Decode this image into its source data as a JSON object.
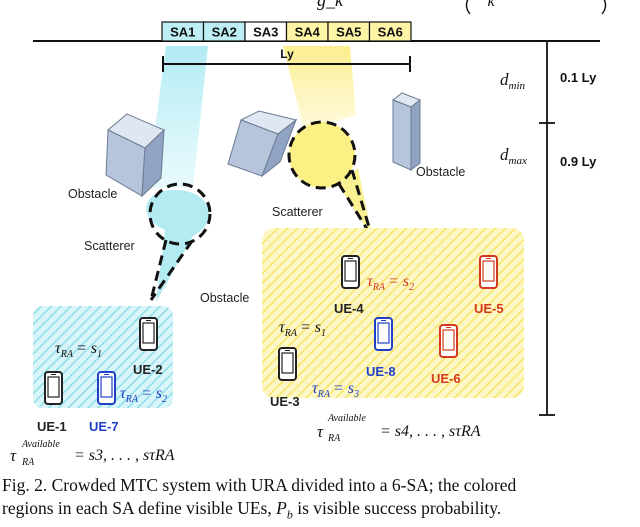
{
  "header_formula_fragment": "g_k",
  "sub_arrays": [
    {
      "label": "SA1",
      "color": "#bdeef3"
    },
    {
      "label": "SA2",
      "color": "#bdeef3"
    },
    {
      "label": "SA3",
      "color": "#ffffff"
    },
    {
      "label": "SA4",
      "color": "#fdf4a6"
    },
    {
      "label": "SA5",
      "color": "#fdf4a6"
    },
    {
      "label": "SA6",
      "color": "#fdf4a6"
    }
  ],
  "array_length_label": "Ly",
  "distances": {
    "d_min_symbol": "d",
    "d_min_sub": "min",
    "d_min_value": "0.1 Ly",
    "d_max_symbol": "d",
    "d_max_sub": "max",
    "d_max_value": "0.9 Ly"
  },
  "labels": {
    "obstacle_left": "Obstacle",
    "obstacle_right": "Obstacle",
    "obstacle_middle": "Obstacle",
    "scatterer_left": "Scatterer",
    "scatterer_right": "Scatterer"
  },
  "devices": [
    {
      "id": "UE-1",
      "color": "#222222"
    },
    {
      "id": "UE-7",
      "color": "#1f3fc4"
    },
    {
      "id": "UE-2",
      "color": "#222222"
    },
    {
      "id": "UE-3",
      "color": "#222222"
    },
    {
      "id": "UE-4",
      "color": "#222222"
    },
    {
      "id": "UE-8",
      "color": "#1f3fc4"
    },
    {
      "id": "UE-6",
      "color": "#d2391f"
    },
    {
      "id": "UE-5",
      "color": "#d2391f"
    }
  ],
  "tau_labels": {
    "tau": "τ",
    "sub": "RA",
    "s1": "s",
    "s1_sub": "1",
    "s2_sub": "2",
    "s3_sub": "3",
    "eq": "=",
    "avail_sup": "Available",
    "right_avail_rhs": "= s4, . . . , sτRA",
    "left_avail_rhs": "= s3, . . . , sτRA"
  },
  "colors": {
    "cyan_region": "#a6e7f0",
    "yellow_region": "#fbef7c",
    "cyan_beam": "#c6f1f6",
    "yellow_beam": "#fdf3a0",
    "blue_text": "#1f3fc4",
    "red_text": "#d2391f"
  },
  "caption": {
    "part1": "Fig. 2.  Crowded MTC system with URA divided into a 6-SA; the colored",
    "part2a": "regions in each SA define visible UEs, ",
    "pb_symbol": "P",
    "pb_sub": "b",
    "part2b": " is visible success probability."
  }
}
